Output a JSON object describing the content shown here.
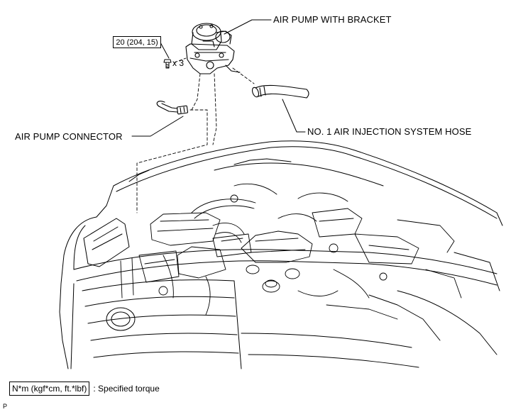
{
  "callouts": {
    "air_pump_with_bracket": "AIR PUMP WITH BRACKET",
    "air_pump_connector": "AIR PUMP CONNECTOR",
    "no1_air_injection_system_hose": "NO. 1 AIR INJECTION SYSTEM HOSE"
  },
  "torque": {
    "value": "20 (204, 15)",
    "bolt_quantity": "x 3"
  },
  "legend": {
    "units": "N*m (kgf*cm, ft.*lbf)",
    "separator_text": ": Specified torque"
  },
  "figure_code": "P",
  "colors": {
    "line": "#000000",
    "background": "#ffffff"
  }
}
